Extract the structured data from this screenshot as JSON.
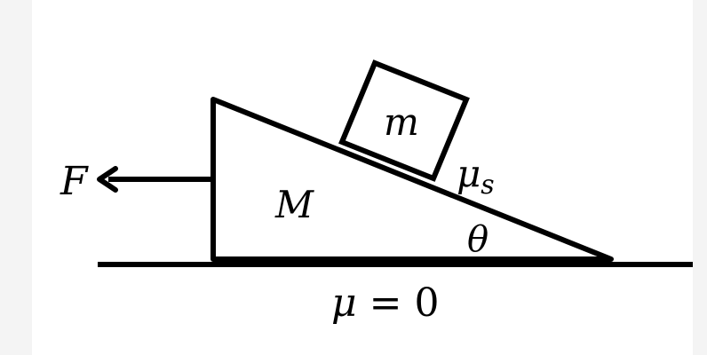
{
  "diagram": {
    "force_label": "F",
    "wedge_mass_label": "M",
    "block_mass_label": "m",
    "static_friction": {
      "symbol": "μ",
      "subscript": "s"
    },
    "angle_label": "θ",
    "floor_friction": {
      "symbol": "μ",
      "equals": "=",
      "value": "0"
    }
  }
}
